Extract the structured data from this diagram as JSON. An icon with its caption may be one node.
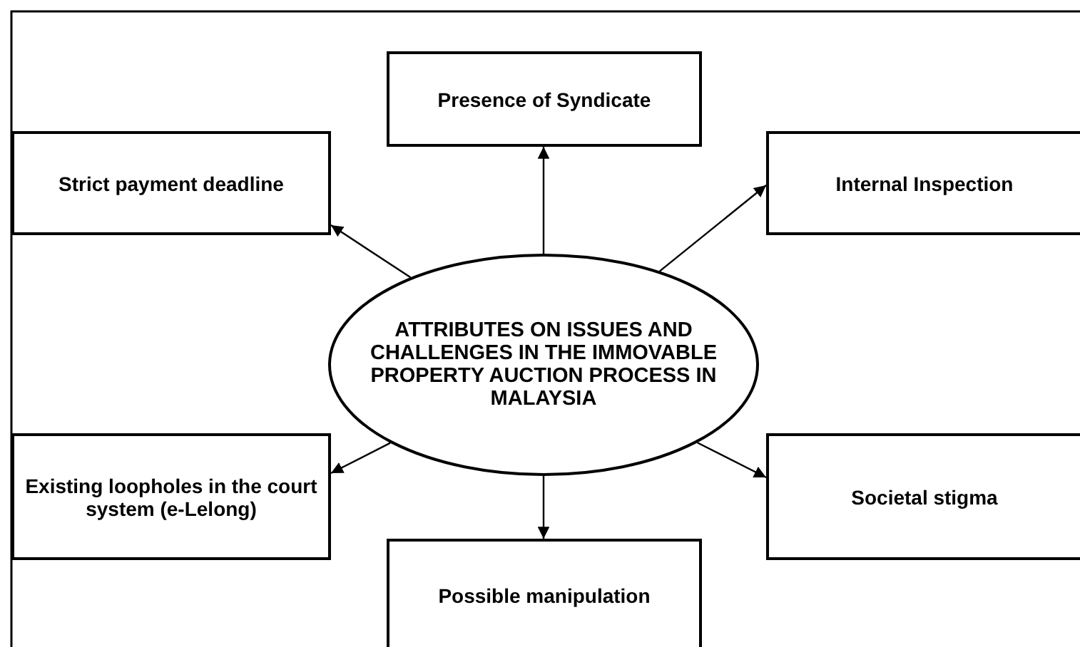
{
  "diagram": {
    "nodes": [
      {
        "text": [
          "Presence of Syndicate"
        ]
      },
      {
        "text": [
          "Strict payment deadline"
        ]
      },
      {
        "text": [
          "Internal Inspection"
        ]
      },
      {
        "text": [
          "ATTRIBUTES ON ISSUES AND CHALLENGES IN THE IMMOVABLE PROPERTY AUCTION PROCESS IN MALAYSIA"
        ]
      },
      {
        "text": [
          "Existing loopholes in the court system (e-Lelong)"
        ]
      },
      {
        "text": [
          "Societal stigma"
        ]
      },
      {
        "text": [
          "Possible manipulation"
        ]
      }
    ],
    "edges": [
      {
        "from": 3,
        "to": 0,
        "arrow": "to"
      },
      {
        "from": 3,
        "to": 1,
        "arrow": "to"
      },
      {
        "from": 3,
        "to": 2,
        "arrow": "to"
      },
      {
        "from": 3,
        "to": 4,
        "arrow": "to"
      },
      {
        "from": 3,
        "to": 5,
        "arrow": "to"
      },
      {
        "from": 3,
        "to": 6,
        "arrow": "to"
      }
    ]
  }
}
